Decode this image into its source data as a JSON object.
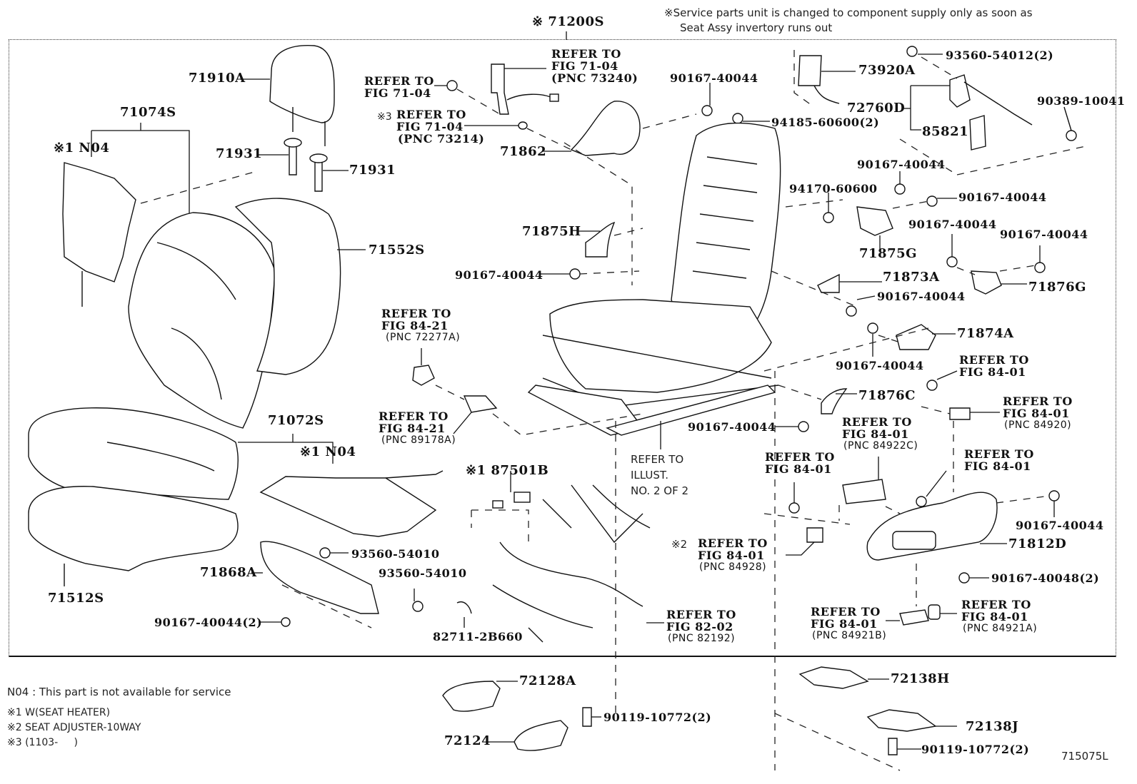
{
  "header": {
    "assembly_label": "※ 71200S",
    "service_note_line1": "※Service parts unit is changed to component supply only as soon as",
    "service_note_line2": "Seat Assy invertory runs out"
  },
  "parts": {
    "headrest": "71910A",
    "back_cover_assy": "71074S",
    "back_heater_note": "※1 N04",
    "headrest_support_left": "71931",
    "headrest_support_right": "71931",
    "back_pad": "71552S",
    "cushion_cover_assy": "71072S",
    "cushion_heater_note": "※1 N04",
    "cushion_pad": "71512S",
    "shield_front": "71868A",
    "clip_93560_a": "93560-54010",
    "clip_93560_b": "93560-54010",
    "screw_lower_left": "90167-40044(2)",
    "heater_switch": "※1 87501B",
    "clip_82711": "82711-2B660",
    "bracket_71862": "71862",
    "cover_71875H": "71875H",
    "screw_71875H": "90167-40044",
    "screw_top_center": "90167-40044",
    "nut_94185": "94185-60600(2)",
    "airbag": "73920A",
    "lumbar_assy": "72760D",
    "lumbar_switch": "85821",
    "screw_93560_54012": "93560-54012(2)",
    "nut_90389": "90389-10041",
    "nut_94170": "94170-60600",
    "screw_71875G_top": "90167-40044",
    "screw_71875G_side": "90167-40044",
    "cover_71875G": "71875G",
    "screw_71876G_left": "90167-40044",
    "screw_71876G_right": "90167-40044",
    "cover_71876G": "71876G",
    "cover_71873A": "71873A",
    "screw_71873A": "90167-40044",
    "cover_71874A": "71874A",
    "screw_71874A": "90167-40044",
    "cover_71876C": "71876C",
    "screw_71876C": "90167-40044",
    "shield_71812D": "71812D",
    "screw_71812D_top": "90167-40044",
    "screw_71812D_bottom": "90167-40048(2)",
    "cover_72128A": "72128A",
    "cover_72124": "72124",
    "bolt_center": "90119-10772(2)",
    "cover_72138H": "72138H",
    "cover_72138J": "72138J",
    "bolt_right": "90119-10772(2)"
  },
  "references": {
    "seatbelt_buckle": {
      "line1": "REFER TO",
      "line2": "FIG 71-04",
      "line3": "(PNC 73240)"
    },
    "belt_nut": {
      "line1": "REFER TO",
      "line2": "FIG 71-04"
    },
    "belt_washer": {
      "prefix": "※3",
      "line1": "REFER TO",
      "line2": "FIG 71-04",
      "line3": "(PNC 73214)"
    },
    "sensor_72277A": {
      "line1": "REFER TO",
      "line2": "FIG 84-21",
      "line3": "(PNC 72277A)"
    },
    "sensor_89178A": {
      "line1": "REFER TO",
      "line2": "FIG 84-21",
      "line3": "(PNC 89178A)"
    },
    "seat_track": {
      "line1": "REFER TO",
      "line2": "ILLUST.",
      "line3": "NO. 2 OF 2"
    },
    "wire_harness": {
      "line1": "REFER TO",
      "line2": "FIG 82-02",
      "line3": "(PNC 82192)"
    },
    "screw_84_01_a": {
      "line1": "REFER TO",
      "line2": "FIG 84-01"
    },
    "switch_84920": {
      "line1": "REFER TO",
      "line2": "FIG 84-01",
      "line3": "(PNC 84920)"
    },
    "switch_84922C": {
      "line1": "REFER TO",
      "line2": "FIG 84-01",
      "line3": "(PNC 84922C)"
    },
    "screw_84_01_b": {
      "line1": "REFER TO",
      "line2": "FIG 84-01"
    },
    "screw_84_01_c": {
      "line1": "REFER TO",
      "line2": "FIG 84-01"
    },
    "switch_84928": {
      "prefix": "※2",
      "line1": "REFER TO",
      "line2": "FIG 84-01",
      "line3": "(PNC 84928)"
    },
    "knob_84921B": {
      "line1": "REFER TO",
      "line2": "FIG 84-01",
      "line3": "(PNC 84921B)"
    },
    "knob_84921A": {
      "line1": "REFER TO",
      "line2": "FIG 84-01",
      "line3": "(PNC 84921A)"
    }
  },
  "legend": {
    "n04": "N04 : This part is not available for service",
    "note1": "※1 W(SEAT HEATER)",
    "note2": "※2 SEAT ADJUSTER-10WAY",
    "note3": "※3 (1103-     )"
  },
  "illustration_id": "715075L"
}
